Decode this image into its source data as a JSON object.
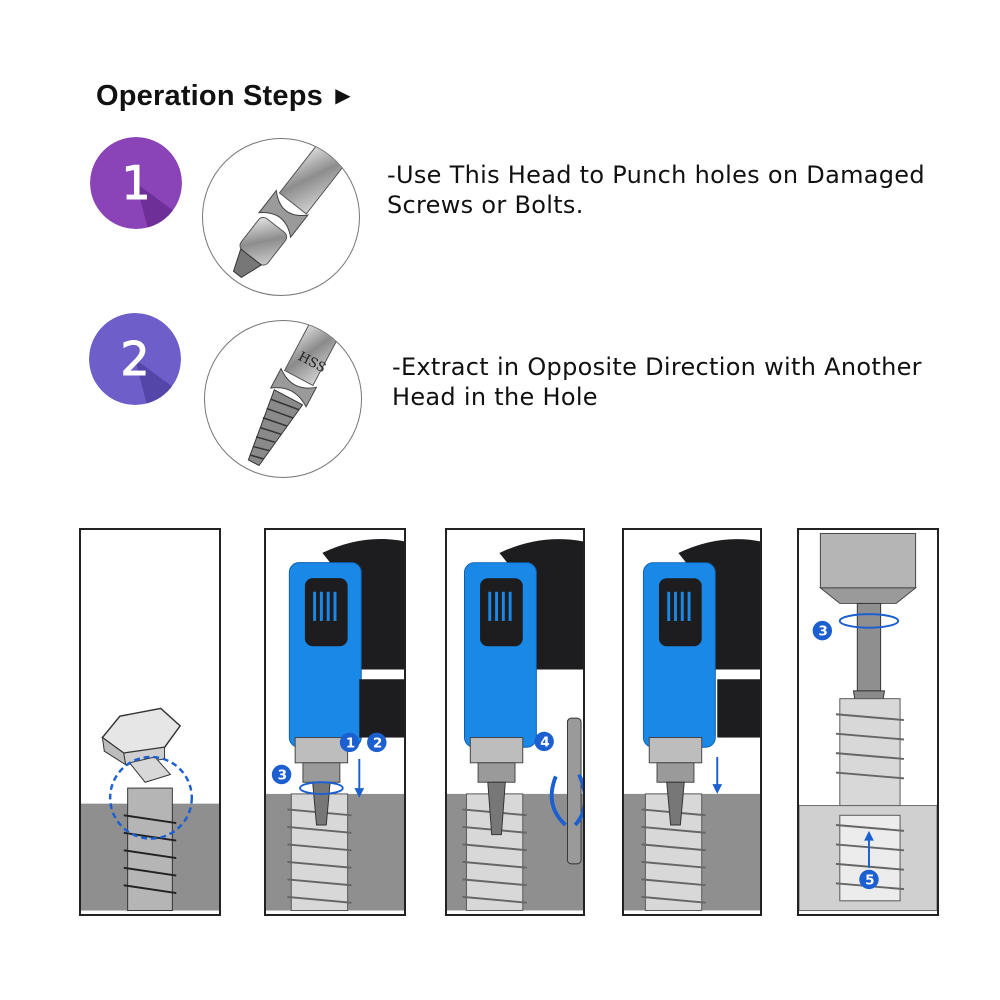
{
  "header": {
    "title": "Operation Steps",
    "arrow": "▶"
  },
  "steps": [
    {
      "number": "1",
      "badge_color": "#8a44b8",
      "text_line1": "-Use This Head to Punch holes on Damaged",
      "text_line2": "Screws or Bolts."
    },
    {
      "number": "2",
      "badge_color": "#6d5ec9",
      "text_line1": "-Extract in Opposite Direction with Another",
      "text_line2": "Head in the Hole"
    }
  ],
  "tool2_marking": "HSS",
  "panels": {
    "panel2": {
      "markers": [
        "1",
        "2",
        "3"
      ]
    },
    "panel3": {
      "markers": [
        "4"
      ]
    },
    "panel5": {
      "markers": [
        "3",
        "5"
      ]
    }
  },
  "colors": {
    "marker": "#1b5fd0",
    "drill_blue": "#1a88e6",
    "drill_dark": "#1d1d1f",
    "metal_gray": "#8f8f8f"
  }
}
